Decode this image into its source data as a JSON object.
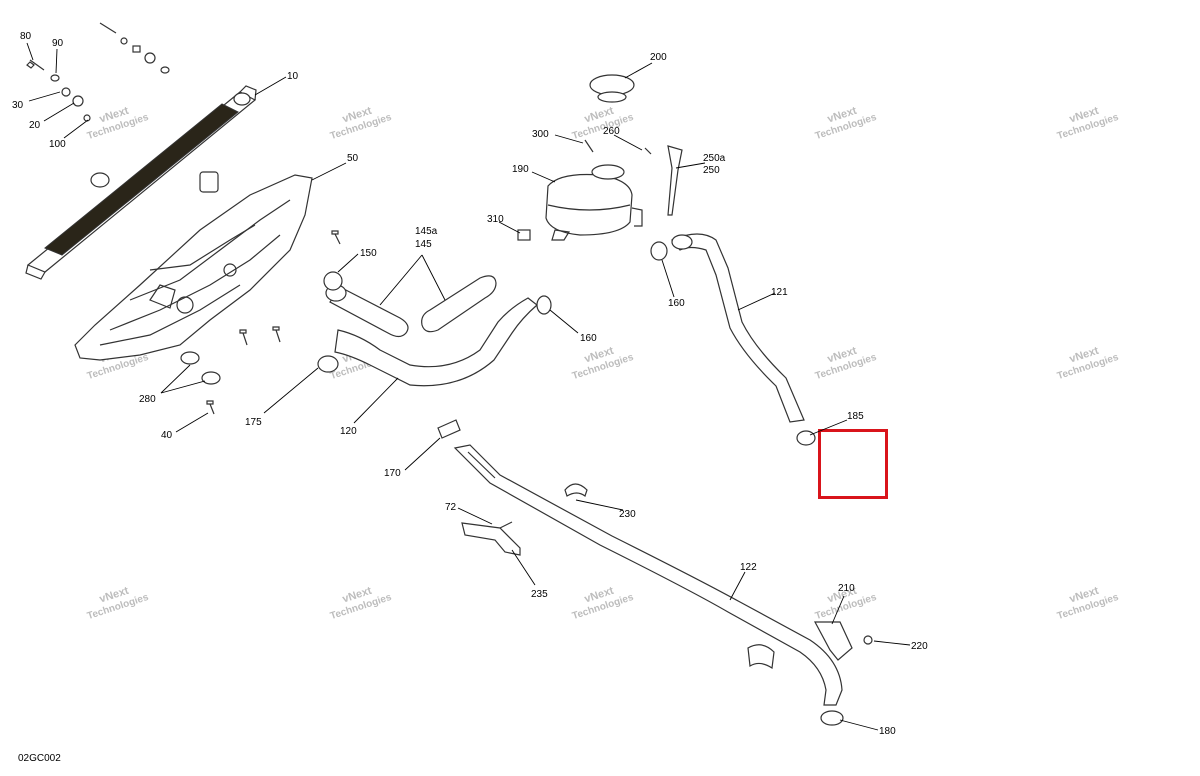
{
  "diagram": {
    "code": "02GC002",
    "watermark": "vNext Technologies",
    "highlight_color": "#d9141b",
    "callouts": [
      "80",
      "90",
      "30",
      "20",
      "100",
      "10",
      "50",
      "145a",
      "145",
      "150",
      "280",
      "40",
      "175",
      "120",
      "170",
      "160",
      "72",
      "235",
      "122",
      "230",
      "210",
      "220",
      "180",
      "185",
      "121",
      "200",
      "300",
      "260",
      "250a",
      "250",
      "190",
      "310",
      "160"
    ]
  }
}
